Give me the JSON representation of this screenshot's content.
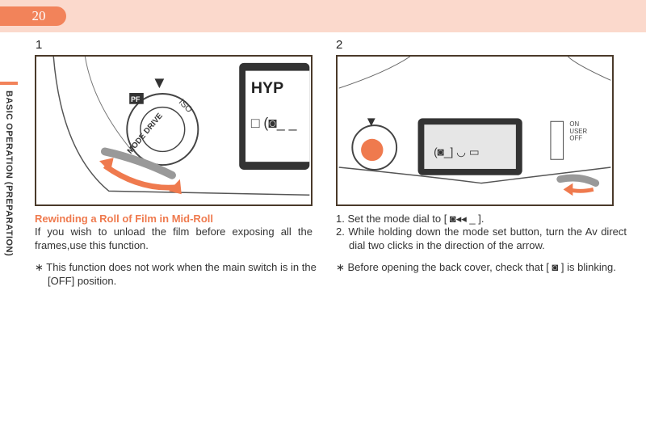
{
  "header": {
    "page_number": "20"
  },
  "side": {
    "section_title": "BASIC OPERATION (PREPARATION)"
  },
  "left": {
    "step": "1",
    "illustration": {
      "lcd_text": "HYP",
      "dial_labels": [
        "ISO",
        "MODE DRIVE",
        "PF"
      ]
    },
    "heading": "Rewinding a Roll of Film in Mid-Roll",
    "body": "If you wish to unload the film before exposing all the frames,use this function.",
    "note": "∗ This function does not work when the main switch is in the [OFF] position."
  },
  "right": {
    "step": "2",
    "illustration": {
      "switch_labels": [
        "ON",
        "USER",
        "OFF"
      ]
    },
    "steps": [
      "1.  Set the mode dial to [ ◙◂◂ _ ].",
      "2. While holding down the mode set button, turn the Av direct dial two clicks in the direction of the arrow."
    ],
    "note": "∗ Before opening the back cover, check that [  ◙  ] is blinking."
  },
  "colors": {
    "accent": "#ef7a4e",
    "band": "#fbd9cc"
  }
}
